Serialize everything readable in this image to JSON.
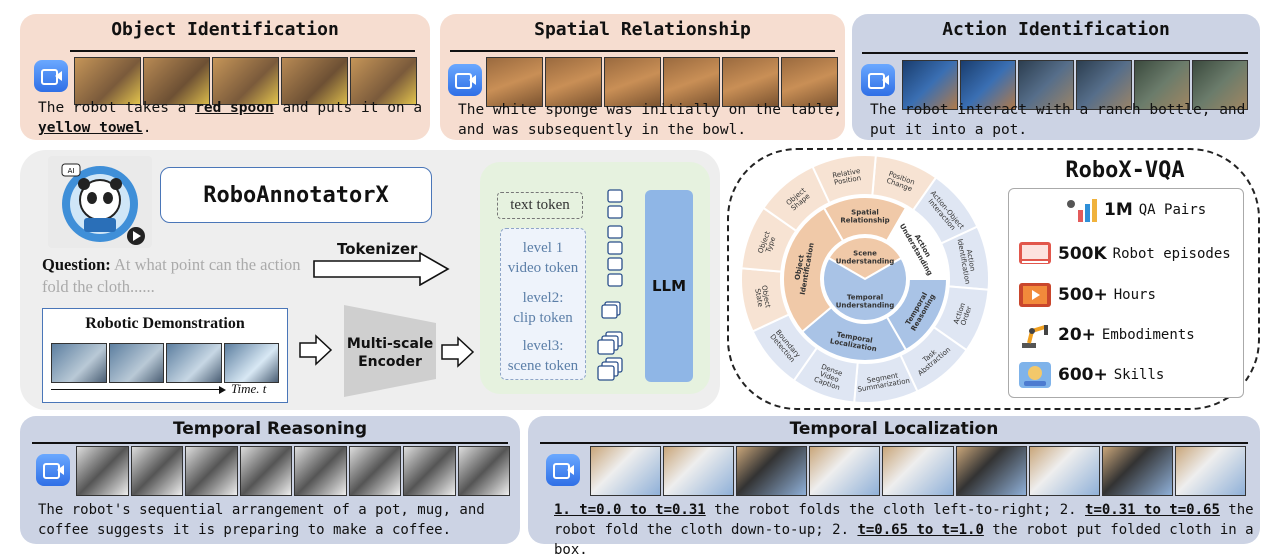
{
  "panels": {
    "object_identification": {
      "title": "Object Identification",
      "caption_parts": [
        "The robot takes a ",
        "red spoon",
        " and puts it on a ",
        "yellow towel",
        "."
      ]
    },
    "spatial_relationship": {
      "title": "Spatial Relationship",
      "caption": "The white sponge was initially on the table, and was subsequently in the bowl."
    },
    "action_identification": {
      "title": "Action Identification",
      "caption": "The robot interact with a ranch bottle, and put it into a pot."
    },
    "temporal_reasoning": {
      "title": "Temporal Reasoning",
      "caption": "The robot's sequential arrangement of a pot, mug, and coffee suggests it is preparing to make a coffee."
    },
    "temporal_localization": {
      "title": "Temporal Localization",
      "caption_parts": [
        "1. t=0.0 to t=0.31",
        " the robot folds the cloth left-to-right; 2. ",
        "t=0.31 to t=0.65",
        " the robot fold the cloth down-to-up;  2. ",
        "t=0.65 to t=1.0",
        " the robot put folded cloth in  a box."
      ]
    }
  },
  "center": {
    "app_name": "RoboAnnotatorX",
    "question_label": "Question:",
    "question_text": "At what point can the action fold the cloth......",
    "tokenizer_label": "Tokenizer",
    "demo_title": "Robotic Demonstration",
    "time_label": "Time. t",
    "encoder_label": [
      "Multi-scale",
      "Encoder"
    ],
    "tokens": {
      "text": "text token",
      "level1": [
        "level 1",
        "video token"
      ],
      "level2": [
        "level2:",
        "clip token"
      ],
      "level3": [
        "level3:",
        "scene token"
      ]
    },
    "llm_label": "LLM"
  },
  "vqa": {
    "title": "RoboX-VQA",
    "inner": [
      "Scene Understanding",
      "Temporal Understanding"
    ],
    "middle": [
      "Spatial Relationship",
      "Action Understanding",
      "Temporal Reasoning",
      "Temporal Localization",
      "Object Identification"
    ],
    "outer": [
      "Position Change",
      "Action-Object Interaction",
      "Action Identification",
      "Action Order",
      "Task Abstraction",
      "Segment Summarization",
      "Dense Video Caption",
      "Boundary Detection",
      "Object State",
      "Object Type",
      "Object Shape",
      "Relative Position"
    ],
    "stats": [
      {
        "value": "1M",
        "label": "QA Pairs"
      },
      {
        "value": "500K",
        "label": "Robot episodes"
      },
      {
        "value": "500+",
        "label": "Hours"
      },
      {
        "value": "20+",
        "label": "Embodiments"
      },
      {
        "value": "600+",
        "label": "Skills"
      }
    ]
  },
  "colors": {
    "peach": "#f6ddd0",
    "blue_gray": "#ccd3e4",
    "green": "#e6f2df",
    "llm": "#8fb6e6",
    "orange": "#f0c9a8",
    "wedge_blue": "#a9c3e6"
  }
}
